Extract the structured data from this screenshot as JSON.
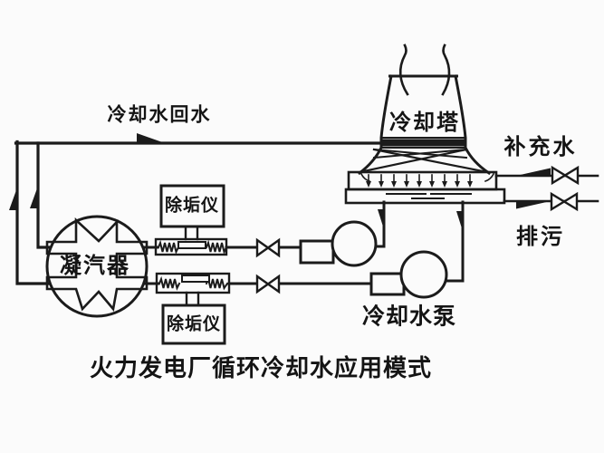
{
  "diagram": {
    "caption": "火力发电厂循环冷却水应用模式",
    "labels": {
      "cooling_water_return": "冷却水回水",
      "cooling_tower": "冷却塔",
      "makeup_water": "补充水",
      "blowdown": "排污",
      "condenser": "凝汽器",
      "descaler_top": "除垢仪",
      "descaler_bottom": "除垢仪",
      "cooling_water_pump": "冷却水泵"
    },
    "colors": {
      "line": "#1b1b1b",
      "background": "#fbfbfb",
      "text": "#141414"
    }
  }
}
